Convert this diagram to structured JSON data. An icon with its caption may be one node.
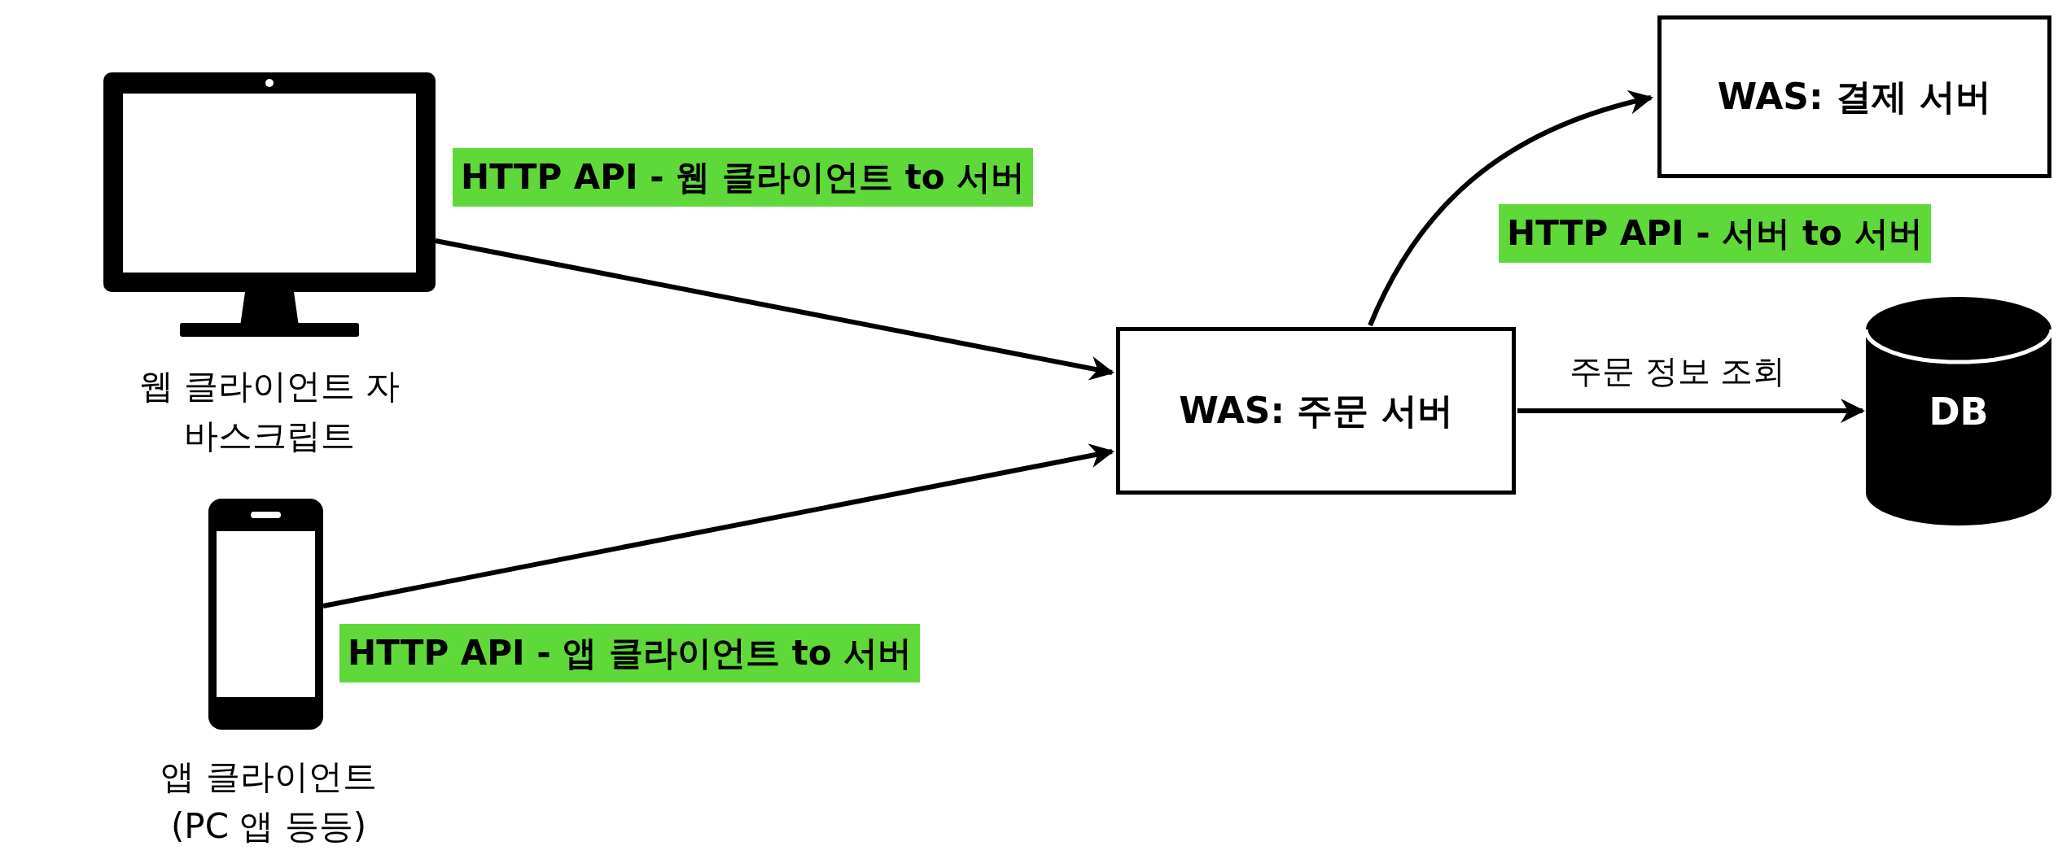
{
  "diagram": {
    "nodes": [
      {
        "text": [],
        "shape": "picture",
        "beside": [
          "웹 클라이언트 자바스크립트"
        ]
      },
      {
        "text": [],
        "shape": "picture",
        "beside": [
          "앱 클라이언트 (PC 앱 등등)"
        ]
      },
      {
        "text": [
          "WAS: 주문 서버"
        ]
      },
      {
        "text": [
          "WAS: 결제 서버"
        ]
      },
      {
        "text": [
          "DB"
        ]
      }
    ],
    "edges": [
      {
        "from": 0,
        "to": 2,
        "arrow": "to",
        "label": "HTTP API - 웹 클라이언트 to 서버"
      },
      {
        "from": 1,
        "to": 2,
        "arrow": "to",
        "label": "HTTP API - 앱 클라이언트 to 서버"
      },
      {
        "from": 2,
        "to": 3,
        "arrow": "to",
        "label": "HTTP API - 서버 to 서버"
      },
      {
        "from": 2,
        "to": 4,
        "arrow": "to",
        "label": "주문 정보 조회"
      }
    ]
  }
}
